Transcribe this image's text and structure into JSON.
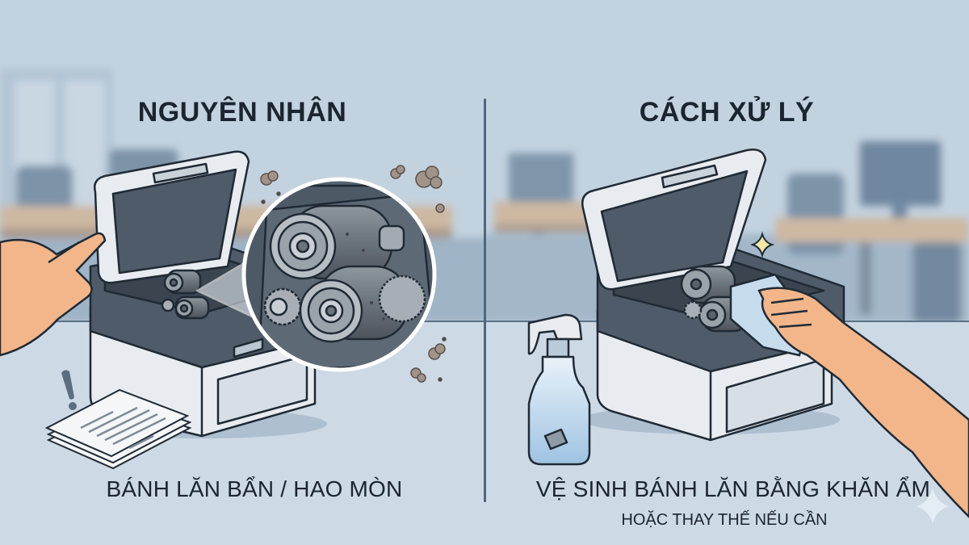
{
  "panels": {
    "left": {
      "title": "NGUYÊN NHÂN",
      "caption": "BÁNH LĂN BẨN / HAO MÒN",
      "illustration": {
        "subject": "printer-open-with-dirty-rollers",
        "magnifier": "zoomed-dirty-rollers",
        "warning_icon": "!",
        "extras": [
          "dust-particles",
          "paper-stack",
          "hand-opening-lid"
        ]
      }
    },
    "right": {
      "title": "CÁCH XỬ LÝ",
      "caption": "VỆ SINH BÁNH LĂN BẰNG KHĂN ẨM",
      "subcaption": "HOẶC THAY THẾ NẾU CẦN",
      "illustration": {
        "subject": "printer-open-cleaning-rollers",
        "extras": [
          "spray-bottle",
          "damp-cloth",
          "hand-wiping",
          "sparkle"
        ]
      }
    }
  },
  "colors": {
    "background_top": "#c3d2df",
    "floor": "#cdd9e4",
    "divider": "#4d6680",
    "text": "#1b2530",
    "printer_body": "#e8ecf0",
    "printer_dark": "#4f5b68",
    "skin": "#f2b68a",
    "dust": "#9a8f86",
    "sparkle": "#f3e7a6"
  }
}
